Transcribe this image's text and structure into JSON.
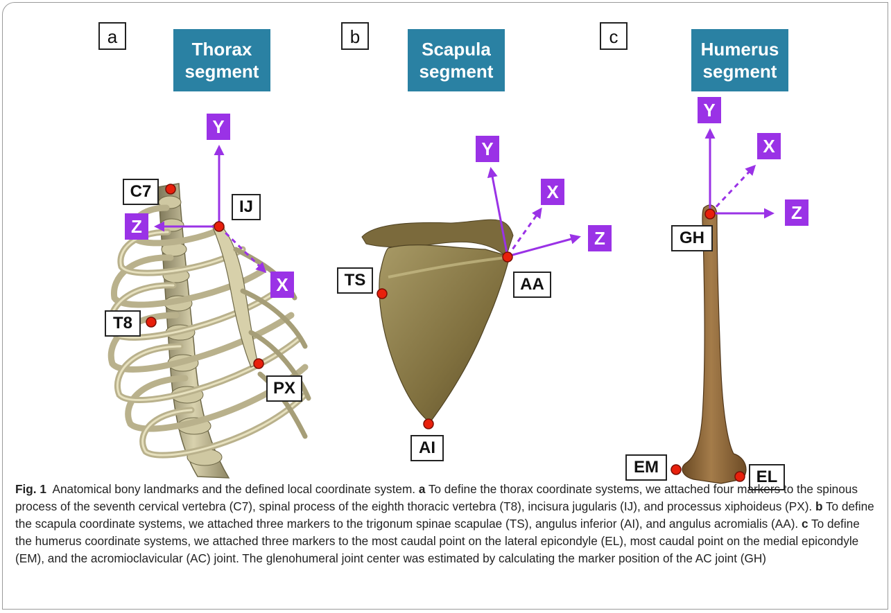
{
  "panels": [
    {
      "letter": "a",
      "title": "Thorax\nsegment",
      "axes": {
        "y": "Y",
        "z": "Z",
        "x": "X"
      },
      "landmarks": {
        "c7": "C7",
        "ij": "IJ",
        "t8": "T8",
        "px": "PX"
      }
    },
    {
      "letter": "b",
      "title": "Scapula\nsegment",
      "axes": {
        "y": "Y",
        "x": "X",
        "z": "Z"
      },
      "landmarks": {
        "ts": "TS",
        "aa": "AA",
        "ai": "AI"
      }
    },
    {
      "letter": "c",
      "title": "Humerus\nsegment",
      "axes": {
        "y": "Y",
        "x": "X",
        "z": "Z"
      },
      "landmarks": {
        "gh": "GH",
        "em": "EM",
        "el": "EL"
      }
    }
  ],
  "colors": {
    "axis": "#9a32e6",
    "title_bg": "#2a81a3",
    "marker": "#e8200c",
    "bone_thorax": "#b8b08a",
    "bone_scapula": "#8a7a48",
    "bone_humerus": "#8c6a3c"
  },
  "caption": {
    "fig": "Fig. 1",
    "intro": "Anatomical bony landmarks and the defined local coordinate system.",
    "a_label": "a",
    "a_text": "To define the thorax coordinate systems, we attached four markers to the spinous process of the seventh cervical vertebra (C7), spinal process of the eighth thoracic vertebra (T8), incisura jugularis (IJ), and processus xiphoideus (PX).",
    "b_label": "b",
    "b_text": "To define the scapula coordinate systems, we attached three markers to the trigonum spinae scapulae (TS), angulus inferior (AI), and angulus acromialis (AA).",
    "c_label": "c",
    "c_text": "To define the humerus coordinate systems, we attached three markers to the most caudal point on the lateral epicondyle (EL), most caudal point on the medial epicondyle (EM), and the acromioclavicular (AC) joint. The glenohumeral joint center was estimated by calculating the marker position of the AC joint (GH)"
  }
}
